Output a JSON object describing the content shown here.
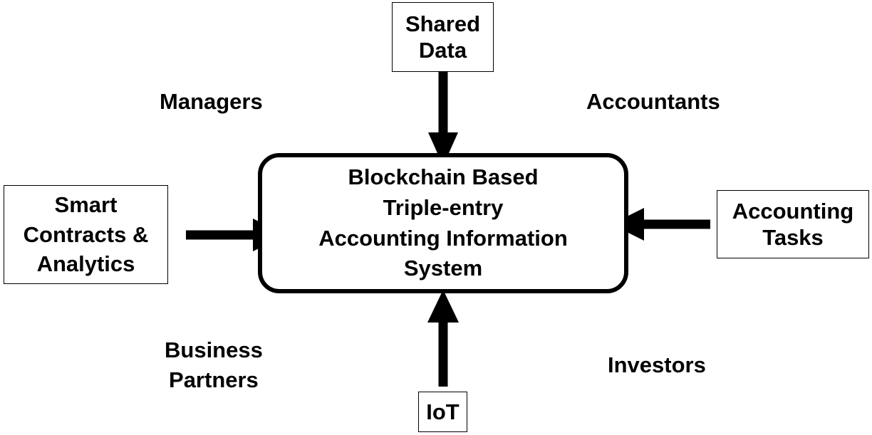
{
  "center": {
    "lines": [
      "Blockchain Based",
      "Triple-entry",
      "Accounting Information",
      "System"
    ]
  },
  "inputs": {
    "shared_data": [
      "Shared",
      "Data"
    ],
    "smart_contracts": [
      "Smart",
      "Contracts &",
      "Analytics"
    ],
    "accounting_tasks": [
      "Accounting",
      "Tasks"
    ],
    "iot": "IoT"
  },
  "stakeholders": {
    "managers": "Managers",
    "accountants": "Accountants",
    "business_partners": [
      "Business",
      "Partners"
    ],
    "investors": "Investors"
  },
  "colors": {
    "stroke": "#000000",
    "background": "#ffffff"
  }
}
